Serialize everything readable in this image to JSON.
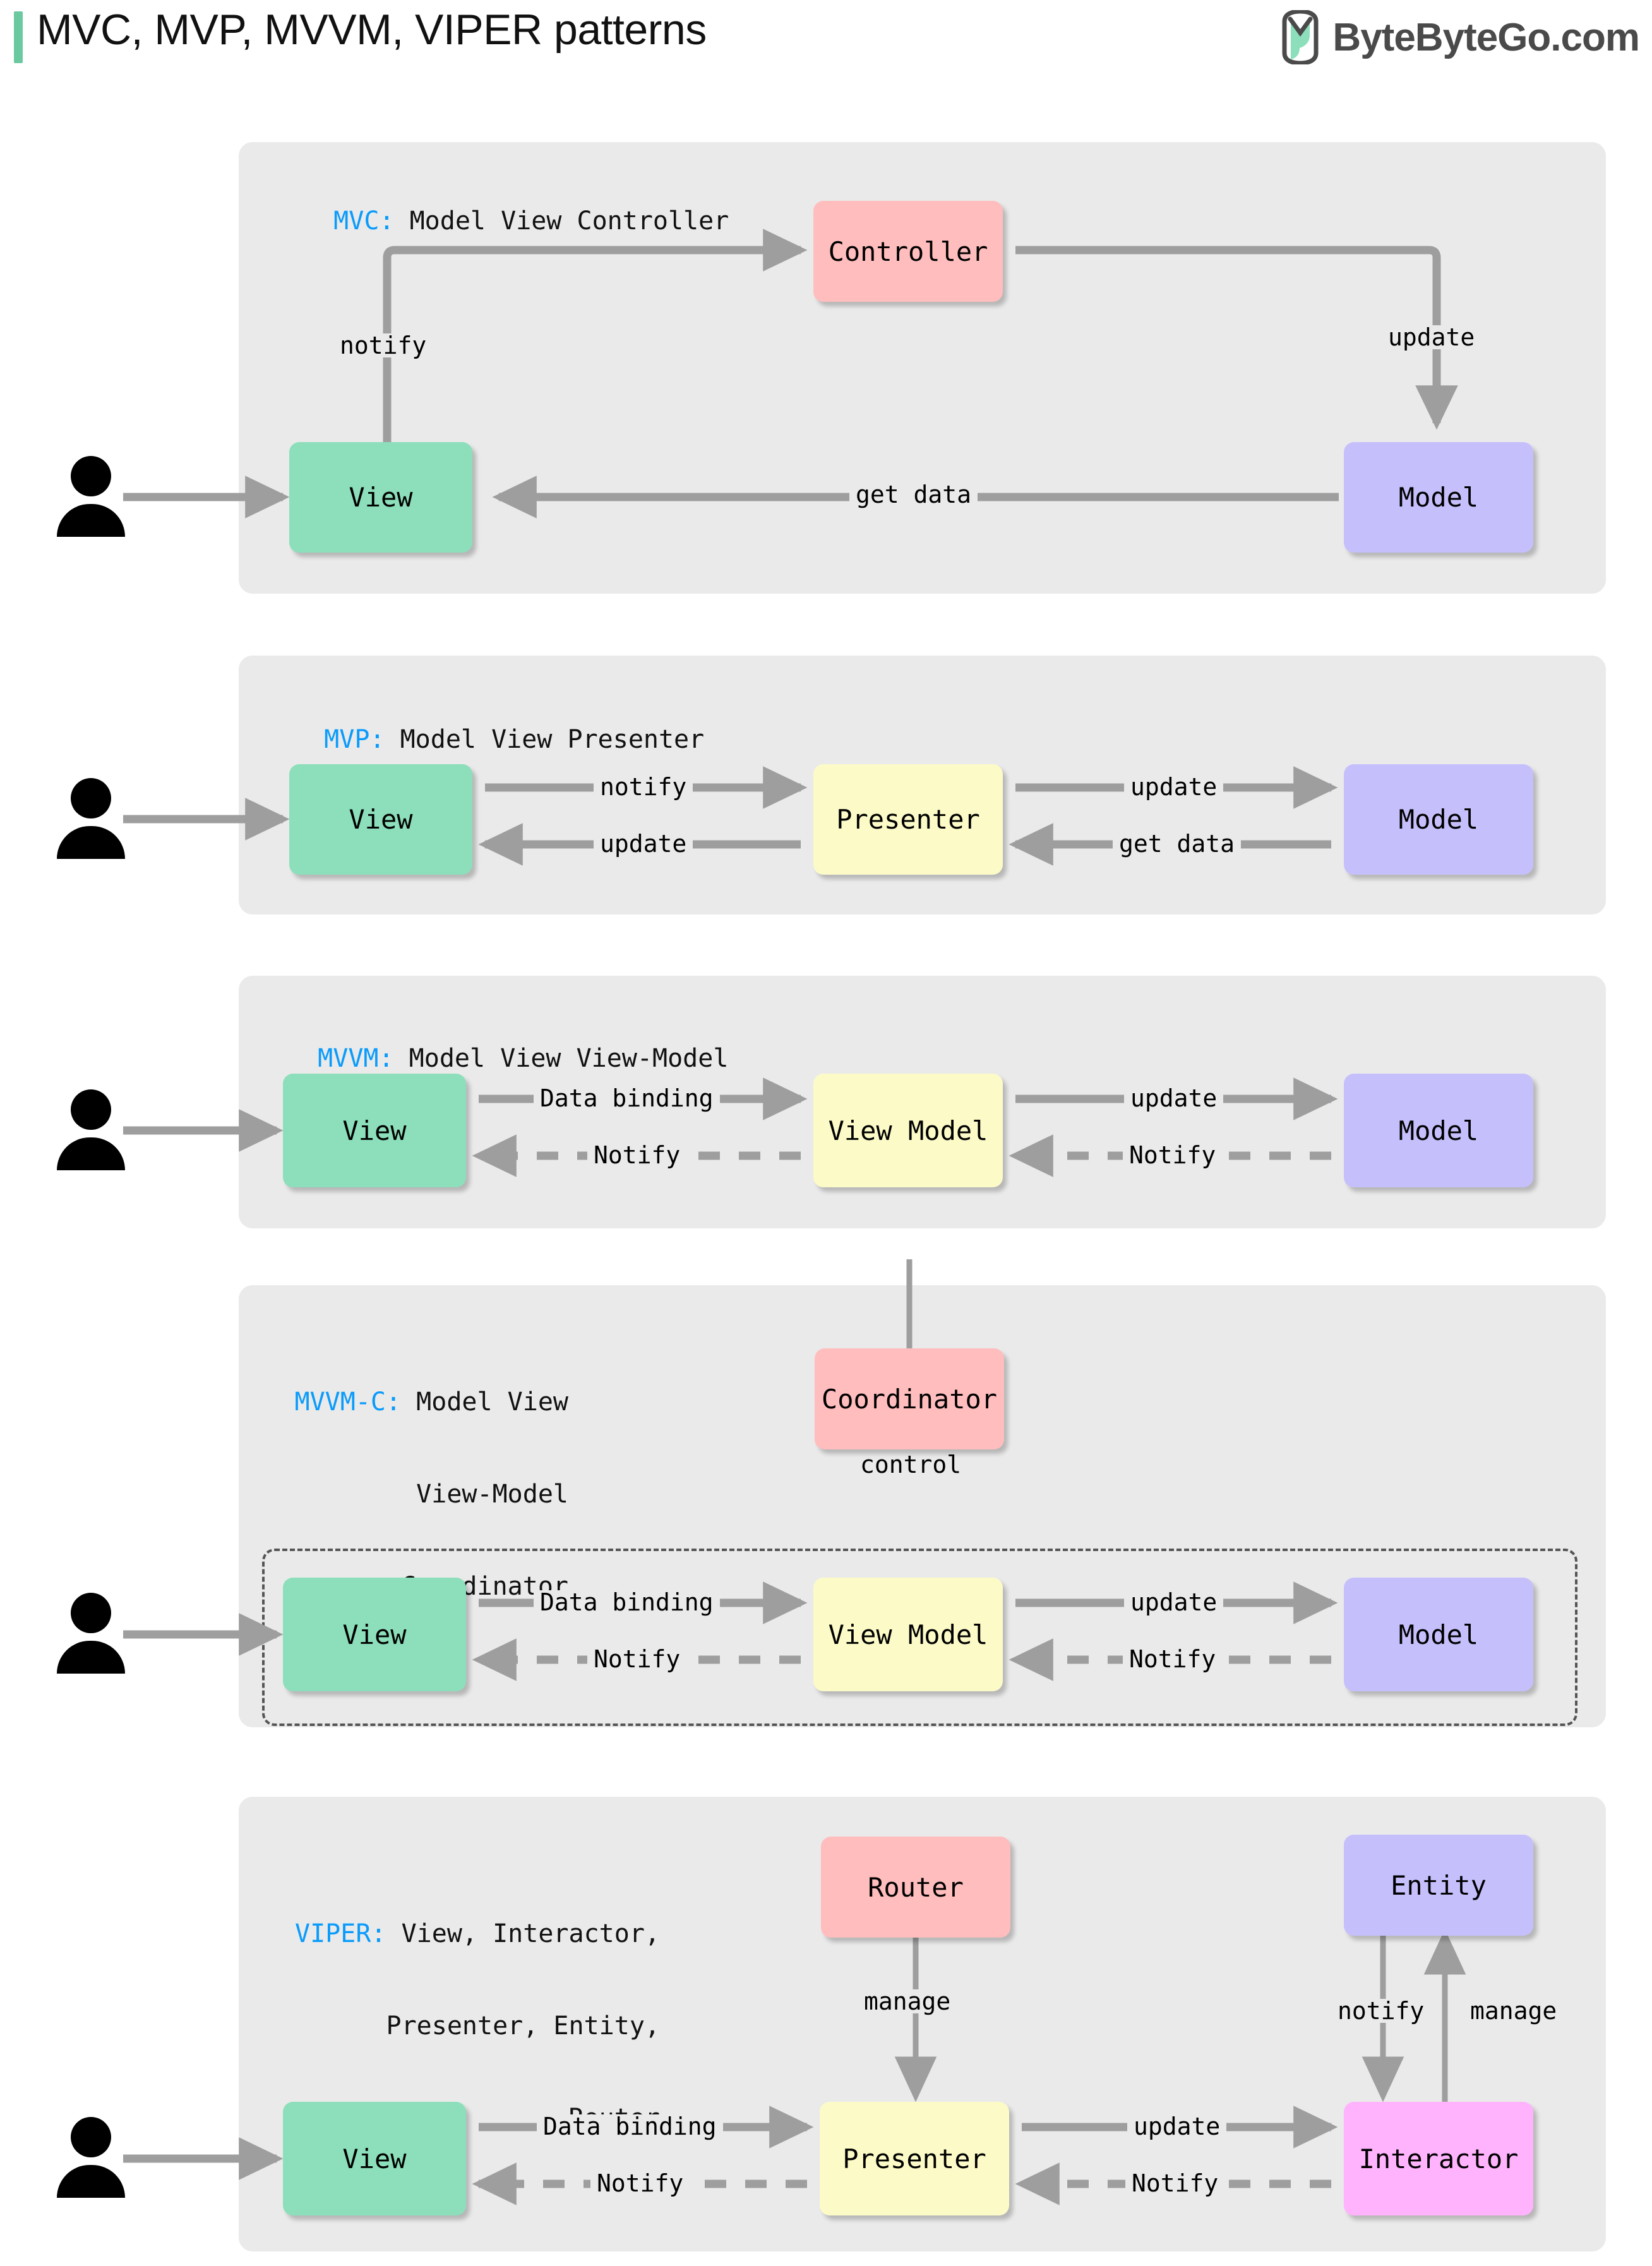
{
  "header": {
    "title": "MVC, MVP, MVVM, VIPER patterns",
    "brand": "ByteByteGo.com",
    "brand_icon": "bytebytego-logo-icon",
    "accent_color": "#6BC9A0"
  },
  "colors": {
    "panel_bg": "#EAEAEA",
    "view": "#8CDFBA",
    "model": "#C5C0FC",
    "controller": "#FFBDBD",
    "presenter": "#FCFBC8",
    "interactor": "#FFB3FD",
    "arrow": "#9E9E9E",
    "key_text": "#0A9BFB",
    "dashed_border": "#555555"
  },
  "sections": [
    {
      "id": "mvc",
      "key": "MVC:",
      "title": " Model View Controller",
      "nodes": [
        {
          "id": "mvc-view",
          "label": "View",
          "type": "view"
        },
        {
          "id": "mvc-controller",
          "label": "Controller",
          "type": "controller"
        },
        {
          "id": "mvc-model",
          "label": "Model",
          "type": "model"
        }
      ],
      "edges": [
        {
          "id": "mvc-user-view",
          "label": "",
          "from": "user",
          "to": "View",
          "style": "solid"
        },
        {
          "id": "mvc-notify",
          "label": "notify",
          "from": "View",
          "to": "Controller",
          "style": "solid"
        },
        {
          "id": "mvc-update",
          "label": "update",
          "from": "Controller",
          "to": "Model",
          "style": "solid"
        },
        {
          "id": "mvc-getdata",
          "label": "get data",
          "from": "Model",
          "to": "View",
          "style": "solid"
        }
      ]
    },
    {
      "id": "mvp",
      "key": "MVP:",
      "title": " Model View Presenter",
      "nodes": [
        {
          "id": "mvp-view",
          "label": "View",
          "type": "view"
        },
        {
          "id": "mvp-presenter",
          "label": "Presenter",
          "type": "presenter"
        },
        {
          "id": "mvp-model",
          "label": "Model",
          "type": "model"
        }
      ],
      "edges": [
        {
          "id": "mvp-notify",
          "label": "notify",
          "from": "View",
          "to": "Presenter",
          "style": "solid"
        },
        {
          "id": "mvp-update-pm",
          "label": "update",
          "from": "Presenter",
          "to": "Model",
          "style": "solid"
        },
        {
          "id": "mvp-update-pv",
          "label": "update",
          "from": "Presenter",
          "to": "View",
          "style": "solid"
        },
        {
          "id": "mvp-getdata",
          "label": "get data",
          "from": "Model",
          "to": "Presenter",
          "style": "solid"
        }
      ]
    },
    {
      "id": "mvvm",
      "key": "MVVM:",
      "title": " Model View View-Model",
      "nodes": [
        {
          "id": "mvvm-view",
          "label": "View",
          "type": "view"
        },
        {
          "id": "mvvm-viewmodel",
          "label": "View Model",
          "type": "presenter"
        },
        {
          "id": "mvvm-model",
          "label": "Model",
          "type": "model"
        }
      ],
      "edges": [
        {
          "id": "mvvm-databinding",
          "label": "Data binding",
          "from": "View",
          "to": "View Model",
          "style": "solid"
        },
        {
          "id": "mvvm-update",
          "label": "update",
          "from": "View Model",
          "to": "Model",
          "style": "solid"
        },
        {
          "id": "mvvm-notify-vm-v",
          "label": "Notify",
          "from": "View Model",
          "to": "View",
          "style": "dashed"
        },
        {
          "id": "mvvm-notify-m-vm",
          "label": "Notify",
          "from": "Model",
          "to": "View Model",
          "style": "dashed"
        }
      ]
    },
    {
      "id": "mvvmc",
      "key": "MVVM-C:",
      "title_lines": [
        " Model View",
        "View-Model",
        "Coordinator"
      ],
      "nodes": [
        {
          "id": "mvvmc-coordinator",
          "label": "Coordinator",
          "type": "controller"
        },
        {
          "id": "mvvmc-view",
          "label": "View",
          "type": "view"
        },
        {
          "id": "mvvmc-viewmodel",
          "label": "View Model",
          "type": "presenter"
        },
        {
          "id": "mvvmc-model",
          "label": "Model",
          "type": "model"
        }
      ],
      "edges": [
        {
          "id": "mvvmc-control",
          "label": "control",
          "from": "Coordinator",
          "to": "group",
          "style": "solid"
        },
        {
          "id": "mvvmc-databinding",
          "label": "Data binding",
          "from": "View",
          "to": "View Model",
          "style": "solid"
        },
        {
          "id": "mvvmc-update",
          "label": "update",
          "from": "View Model",
          "to": "Model",
          "style": "solid"
        },
        {
          "id": "mvvmc-notify-vm-v",
          "label": "Notify",
          "from": "View Model",
          "to": "View",
          "style": "dashed"
        },
        {
          "id": "mvvmc-notify-m-vm",
          "label": "Notify",
          "from": "Model",
          "to": "View Model",
          "style": "dashed"
        }
      ]
    },
    {
      "id": "viper",
      "key": "VIPER:",
      "title_lines": [
        " View, Interactor,",
        "Presenter, Entity,",
        "Router"
      ],
      "nodes": [
        {
          "id": "viper-router",
          "label": "Router",
          "type": "controller"
        },
        {
          "id": "viper-entity",
          "label": "Entity",
          "type": "model"
        },
        {
          "id": "viper-view",
          "label": "View",
          "type": "view"
        },
        {
          "id": "viper-presenter",
          "label": "Presenter",
          "type": "presenter"
        },
        {
          "id": "viper-interactor",
          "label": "Interactor",
          "type": "interactor"
        }
      ],
      "edges": [
        {
          "id": "viper-manage-rp",
          "label": "manage",
          "from": "Router",
          "to": "Presenter",
          "style": "solid"
        },
        {
          "id": "viper-notify-ei",
          "label": "notify",
          "from": "Entity",
          "to": "Interactor",
          "style": "solid"
        },
        {
          "id": "viper-manage-ie",
          "label": "manage",
          "from": "Interactor",
          "to": "Entity",
          "style": "solid"
        },
        {
          "id": "viper-databinding",
          "label": "Data binding",
          "from": "View",
          "to": "Presenter",
          "style": "solid"
        },
        {
          "id": "viper-update",
          "label": "update",
          "from": "Presenter",
          "to": "Interactor",
          "style": "solid"
        },
        {
          "id": "viper-notify-pv",
          "label": "Notify",
          "from": "Presenter",
          "to": "View",
          "style": "dashed"
        },
        {
          "id": "viper-notify-ip",
          "label": "Notify",
          "from": "Interactor",
          "to": "Presenter",
          "style": "dashed"
        }
      ]
    }
  ],
  "user_icon_label": "user-person-icon"
}
